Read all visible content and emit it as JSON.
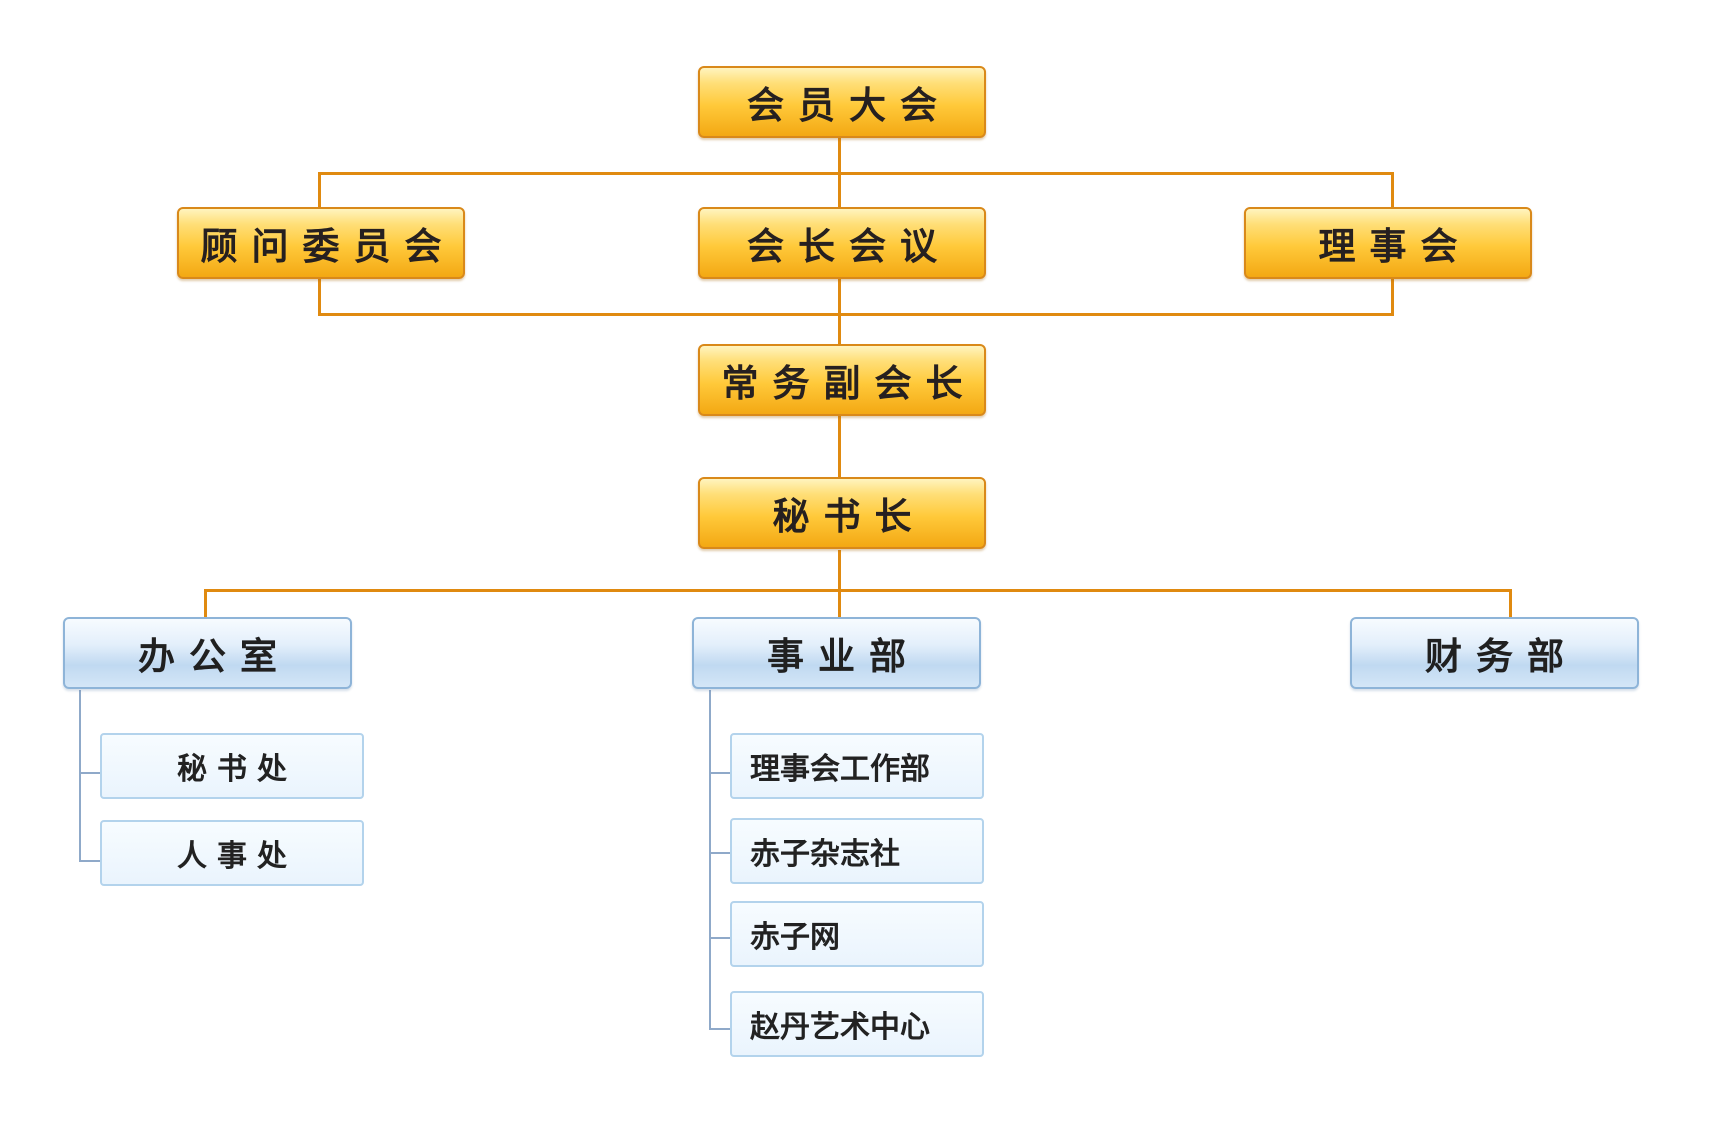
{
  "nodes": {
    "general_assembly": "会员大会",
    "advisory_committee": "顾问委员会",
    "presidents_meeting": "会长会议",
    "council": "理事会",
    "executive_vp": "常务副会长",
    "secretary_general": "秘书长",
    "office": "办公室",
    "business_dept": "事业部",
    "finance_dept": "财务部",
    "secretariat": "秘书处",
    "personnel": "人事处",
    "council_affairs": "理事会工作部",
    "magazine": "赤子杂志社",
    "website": "赤子网",
    "art_center": "赵丹艺术中心"
  },
  "colors": {
    "connector": "#e08a10",
    "sub_connector": "#8fa9c9",
    "gold_border": "#d9891a",
    "blue_border": "#8eb4d8"
  }
}
